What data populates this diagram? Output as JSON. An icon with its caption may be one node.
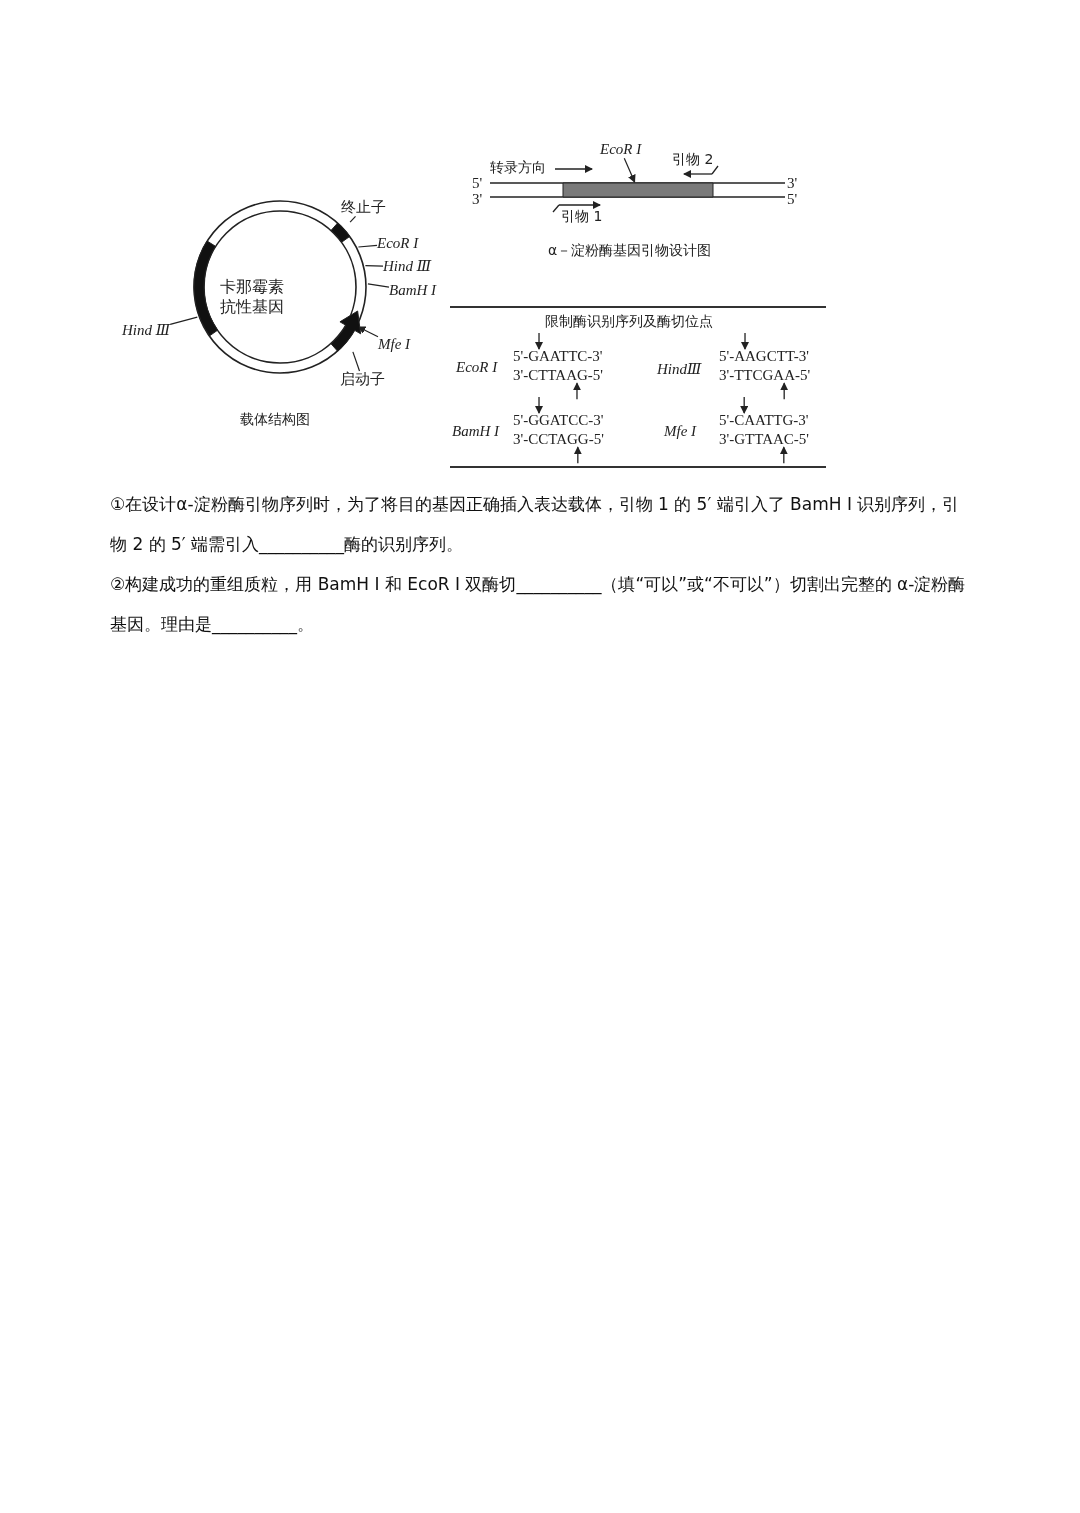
{
  "diagram": {
    "nodes": [
      {
        "text": [],
        "shape": "circle"
      },
      {
        "text": [],
        "shape": "bar",
        "in": 0
      },
      {
        "text": [],
        "shape": "arrow",
        "in": 0
      },
      {
        "text": [
          "终止子"
        ]
      },
      {
        "text": [
          "EcoR I"
        ]
      },
      {
        "text": [
          "Hind Ⅲ"
        ]
      },
      {
        "text": [
          "BamH I"
        ]
      },
      {
        "text": [
          "Mfe I"
        ]
      },
      {
        "text": [
          "启动子"
        ]
      },
      {
        "text": [
          "Hind Ⅲ"
        ]
      },
      {
        "text": [],
        "shape": "bar"
      },
      {
        "text": [
          "EcoR I"
        ]
      },
      {
        "text": [],
        "shape": "bar",
        "in": 0
      }
    ],
    "edges": [
      {
        "from": 3,
        "to": 1,
        "arrow": "none"
      },
      {
        "from": 4,
        "to": 0,
        "arrow": "none"
      },
      {
        "from": 5,
        "to": 0,
        "arrow": "none"
      },
      {
        "from": 6,
        "to": 0,
        "arrow": "none"
      },
      {
        "from": 7,
        "to": 0,
        "arrow": "to"
      },
      {
        "from": 8,
        "to": 2,
        "arrow": "none"
      },
      {
        "from": 9,
        "to": 0,
        "arrow": "none"
      },
      {
        "from": 11,
        "to": 10,
        "arrow": "to"
      }
    ],
    "labels": [
      "5'",
      "3'",
      "3'",
      "5'",
      "转录方向",
      "引物 2",
      "引物 1",
      "α－淀粉酶基因引物设计图",
      "卡那霉素抗性基因",
      "载体结构图",
      "限制酶识别序列及酶切位点",
      "EcoR I",
      "5'-GAATTC-3'",
      "3'-CTTAAG-5'",
      "HindⅢ",
      "5'-AAGCTT-3'",
      "3'-TTCGAA-5'",
      "BamH I",
      "5'-GGATCC-3'",
      "3'-CCTAGG-5'",
      "Mfe I",
      "5'-CAATTG-3'",
      "3'-GTTAAC-5'",
      "①在设计α-淀粉酶引物序列时，为了将目的基因正确插入表达载体，引物 1 的 5′ 端引入了 BamH I 识别序列，引物 2 的 5′ 端需引入__________酶的识别序列。",
      "②构建成功的重组质粒，用 BamH I 和 EcoR I 双酶切__________（填“可以”或“不可以”）切割出完整的 α-淀粉酶基因。理由是__________。"
    ]
  }
}
